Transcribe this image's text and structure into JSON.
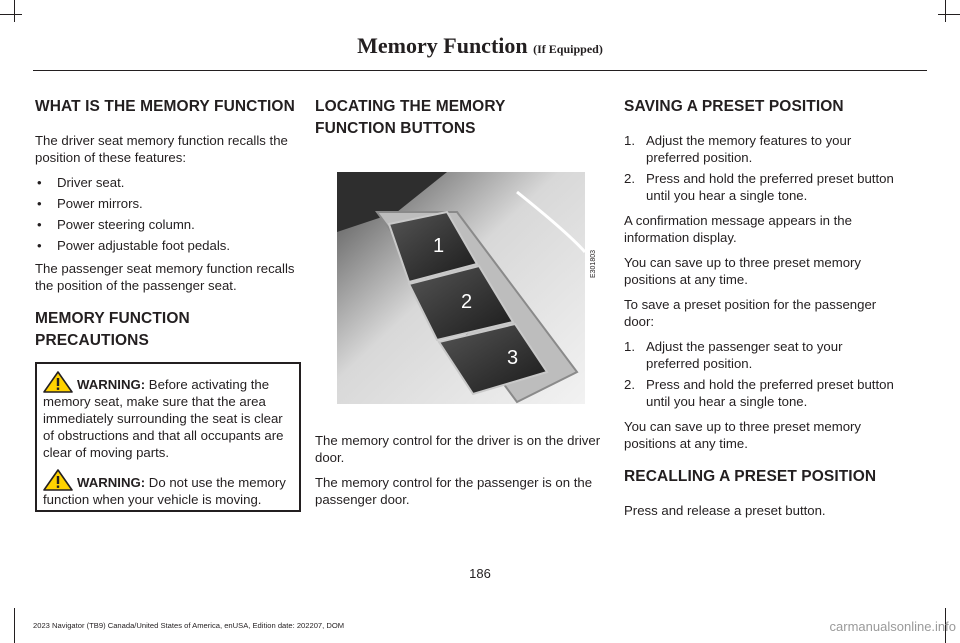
{
  "header": {
    "title": "Memory Function",
    "qualifier": "(If Equipped)"
  },
  "col1": {
    "heading1": "WHAT IS THE MEMORY FUNCTION",
    "intro": "The driver seat memory function recalls the position of these features:",
    "features": [
      "Driver seat.",
      "Power mirrors.",
      "Power steering column.",
      "Power adjustable foot pedals."
    ],
    "passenger_note": "The passenger seat memory function recalls the position of the passenger seat.",
    "heading2_line1": "MEMORY FUNCTION",
    "heading2_line2": "PRECAUTIONS",
    "warnings": [
      {
        "label": "WARNING:",
        "text": " Before activating the memory seat, make sure that the area immediately surrounding the seat is clear of obstructions and that all occupants are clear of moving parts."
      },
      {
        "label": "WARNING:",
        "text": " Do not use the memory function when your vehicle is moving."
      }
    ]
  },
  "col2": {
    "heading_line1": "LOCATING THE MEMORY",
    "heading_line2": "FUNCTION BUTTONS",
    "buttons": [
      "1",
      "2",
      "3"
    ],
    "illustration_code": "E301803",
    "driver_note": "The memory control for the driver is on the driver door.",
    "passenger_note": "The memory control for the passenger is on the passenger door."
  },
  "col3": {
    "heading1": "SAVING A PRESET POSITION",
    "steps_driver": [
      {
        "n": "1.",
        "text": "Adjust the memory features to your preferred position."
      },
      {
        "n": "2.",
        "text": "Press and hold the preferred preset button until you hear a single tone."
      }
    ],
    "confirm": "A confirmation message appears in the information display.",
    "save_limit_1": "You can save up to three preset memory positions at any time.",
    "passenger_intro": "To save a preset position for the passenger door:",
    "steps_passenger": [
      {
        "n": "1.",
        "text": "Adjust the passenger seat to your preferred position."
      },
      {
        "n": "2.",
        "text": "Press and hold the preferred preset button until you hear a single tone."
      }
    ],
    "save_limit_2": "You can save up to three preset memory positions at any time.",
    "heading2": "RECALLING A PRESET POSITION",
    "recall": "Press and release a preset button."
  },
  "page_number": "186",
  "footer": "2023 Navigator (TB9) Canada/United States of America, enUSA, Edition date: 202207, DOM",
  "watermark": "carmanualsonline.info",
  "colors": {
    "text": "#231f20",
    "warning_yellow": "#ffd200",
    "watermark": "#9a9a9a"
  }
}
